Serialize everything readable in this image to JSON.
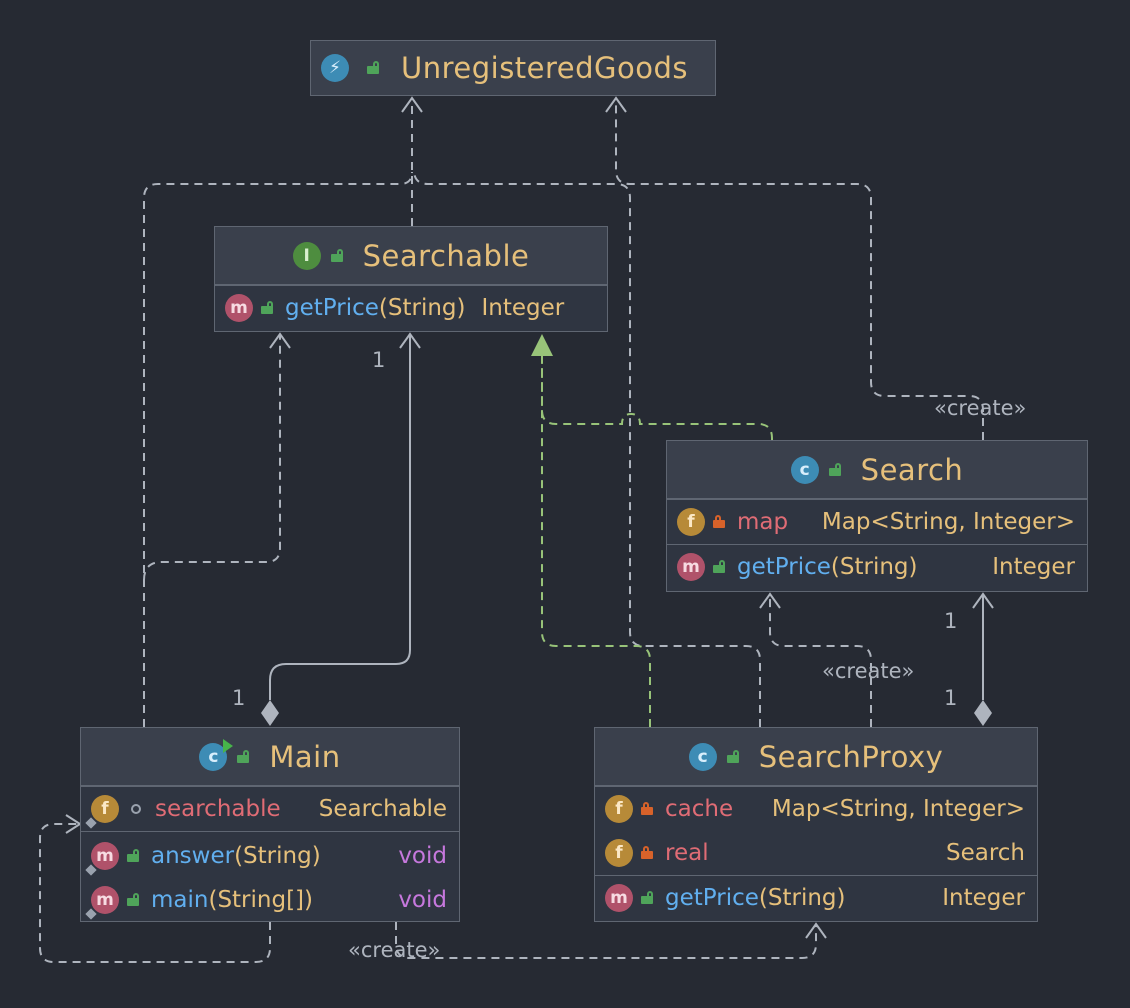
{
  "nodes": {
    "unregistered": {
      "name": "UnregisteredGoods",
      "kind": "exception"
    },
    "searchable": {
      "name": "Searchable",
      "kind": "interface",
      "methods": [
        {
          "name": "getPrice",
          "params": "(String)",
          "type": "Integer"
        }
      ]
    },
    "search": {
      "name": "Search",
      "kind": "class",
      "fields": [
        {
          "name": "map",
          "type": "Map<String, Integer>",
          "visibility": "private"
        }
      ],
      "methods": [
        {
          "name": "getPrice",
          "params": "(String)",
          "type": "Integer"
        }
      ]
    },
    "main": {
      "name": "Main",
      "kind": "class",
      "fields": [
        {
          "name": "searchable",
          "type": "Searchable",
          "visibility": "package"
        }
      ],
      "methods": [
        {
          "name": "answer",
          "params": "(String)",
          "type": "void"
        },
        {
          "name": "main",
          "params": "(String[])",
          "type": "void"
        }
      ]
    },
    "searchproxy": {
      "name": "SearchProxy",
      "kind": "class",
      "fields": [
        {
          "name": "cache",
          "type": "Map<String, Integer>",
          "visibility": "private"
        },
        {
          "name": "real",
          "type": "Search",
          "visibility": "private"
        }
      ],
      "methods": [
        {
          "name": "getPrice",
          "params": "(String)",
          "type": "Integer"
        }
      ]
    }
  },
  "edge_labels": {
    "create_search": "«create»",
    "create_proxy_search": "«create»",
    "create_main_proxy": "«create»",
    "mult_searchable": "1",
    "mult_main": "1",
    "mult_search": "1",
    "mult_proxy": "1"
  },
  "badges": {
    "class": "c",
    "interface": "I",
    "method": "m",
    "field": "f"
  },
  "colors": {
    "background": "#262a33",
    "node": "#2f3541",
    "title": "#e6c07b",
    "method": "#61afef",
    "field": "#e06c75",
    "void": "#c678dd",
    "edge": "#aeb4be",
    "realization": "#98c379"
  }
}
